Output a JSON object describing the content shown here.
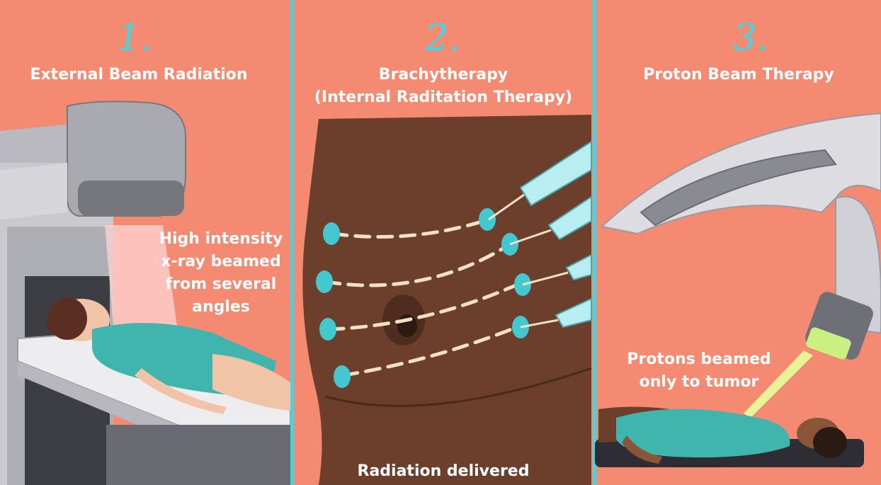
{
  "panels": [
    {
      "number": "1.",
      "title": "External Beam Radiation",
      "callout": [
        "High intensity",
        "x-ray beamed",
        "from several",
        "angles"
      ]
    },
    {
      "number": "2.",
      "title_line1": "Brachytherapy",
      "title_line2": "(Internal Raditation Therapy)",
      "caption": "Radiation delivered"
    },
    {
      "number": "3.",
      "title": "Proton Beam Therapy",
      "callout": [
        "Protons beamed",
        "only to tumor"
      ]
    }
  ],
  "colors": {
    "background": "#f58a72",
    "divider": "#44d6e0",
    "text": "#ffffff",
    "gown": "#3fb5ad",
    "skin_dark": "#6b3f2c",
    "machine": "#c8c8cc"
  }
}
